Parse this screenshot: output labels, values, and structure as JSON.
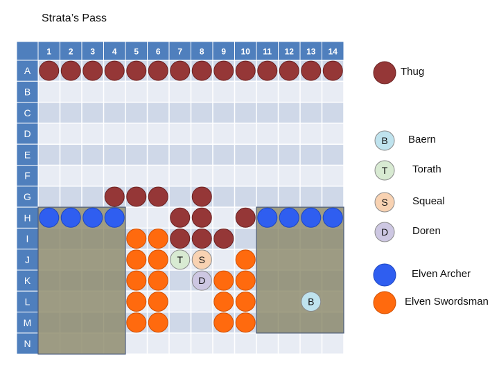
{
  "title": "Strata’s Pass",
  "columns": [
    "1",
    "2",
    "3",
    "4",
    "5",
    "6",
    "7",
    "8",
    "9",
    "10",
    "11",
    "12",
    "13",
    "14"
  ],
  "rows": [
    "A",
    "B",
    "C",
    "D",
    "E",
    "F",
    "G",
    "H",
    "I",
    "J",
    "K",
    "L",
    "M",
    "N"
  ],
  "colors": {
    "header": "#4f7fbd",
    "header_text": "#ffffff",
    "row_dark": "#cfd8e8",
    "row_light": "#e8ecf4",
    "terrain": "#8a8767",
    "terrain_border": "#4a5a7a",
    "thug": "#953737",
    "archer": "#2f5ef0",
    "swordsman": "#ff6a0e",
    "baern": "#bfe3ee",
    "torath": "#d8ead2",
    "squeal": "#f8d2b2",
    "doren": "#cdc7e2"
  },
  "legend": [
    {
      "key": "thug",
      "label": "Thug",
      "letter": ""
    },
    {
      "key": "baern",
      "label": "Baern",
      "letter": "B"
    },
    {
      "key": "torath",
      "label": "Torath",
      "letter": "T"
    },
    {
      "key": "squeal",
      "label": "Squeal",
      "letter": "S"
    },
    {
      "key": "doren",
      "label": "Doren",
      "letter": "D"
    },
    {
      "key": "archer",
      "label": "Elven Archer",
      "letter": ""
    },
    {
      "key": "swordsman",
      "label": "Elven Swordsman",
      "letter": ""
    }
  ],
  "terrain_blocks": [
    {
      "from_col": 1,
      "to_col": 4,
      "from_row": "H",
      "to_row": "N"
    },
    {
      "from_col": 11,
      "to_col": 14,
      "from_row": "H",
      "to_row": "M"
    }
  ],
  "tokens": [
    {
      "type": "thug",
      "col": 1,
      "row": "A"
    },
    {
      "type": "thug",
      "col": 2,
      "row": "A"
    },
    {
      "type": "thug",
      "col": 3,
      "row": "A"
    },
    {
      "type": "thug",
      "col": 4,
      "row": "A"
    },
    {
      "type": "thug",
      "col": 5,
      "row": "A"
    },
    {
      "type": "thug",
      "col": 6,
      "row": "A"
    },
    {
      "type": "thug",
      "col": 7,
      "row": "A"
    },
    {
      "type": "thug",
      "col": 8,
      "row": "A"
    },
    {
      "type": "thug",
      "col": 9,
      "row": "A"
    },
    {
      "type": "thug",
      "col": 10,
      "row": "A"
    },
    {
      "type": "thug",
      "col": 11,
      "row": "A"
    },
    {
      "type": "thug",
      "col": 12,
      "row": "A"
    },
    {
      "type": "thug",
      "col": 13,
      "row": "A"
    },
    {
      "type": "thug",
      "col": 14,
      "row": "A"
    },
    {
      "type": "thug",
      "col": 4,
      "row": "G"
    },
    {
      "type": "thug",
      "col": 5,
      "row": "G"
    },
    {
      "type": "thug",
      "col": 6,
      "row": "G"
    },
    {
      "type": "thug",
      "col": 8,
      "row": "G"
    },
    {
      "type": "thug",
      "col": 7,
      "row": "H"
    },
    {
      "type": "thug",
      "col": 8,
      "row": "H"
    },
    {
      "type": "thug",
      "col": 10,
      "row": "H"
    },
    {
      "type": "thug",
      "col": 7,
      "row": "I"
    },
    {
      "type": "thug",
      "col": 8,
      "row": "I"
    },
    {
      "type": "thug",
      "col": 9,
      "row": "I"
    },
    {
      "type": "archer",
      "col": 1,
      "row": "H"
    },
    {
      "type": "archer",
      "col": 2,
      "row": "H"
    },
    {
      "type": "archer",
      "col": 3,
      "row": "H"
    },
    {
      "type": "archer",
      "col": 4,
      "row": "H"
    },
    {
      "type": "archer",
      "col": 11,
      "row": "H"
    },
    {
      "type": "archer",
      "col": 12,
      "row": "H"
    },
    {
      "type": "archer",
      "col": 13,
      "row": "H"
    },
    {
      "type": "archer",
      "col": 14,
      "row": "H"
    },
    {
      "type": "swordsman",
      "col": 5,
      "row": "I"
    },
    {
      "type": "swordsman",
      "col": 6,
      "row": "I"
    },
    {
      "type": "swordsman",
      "col": 5,
      "row": "J"
    },
    {
      "type": "swordsman",
      "col": 6,
      "row": "J"
    },
    {
      "type": "swordsman",
      "col": 10,
      "row": "J"
    },
    {
      "type": "swordsman",
      "col": 5,
      "row": "K"
    },
    {
      "type": "swordsman",
      "col": 6,
      "row": "K"
    },
    {
      "type": "swordsman",
      "col": 9,
      "row": "K"
    },
    {
      "type": "swordsman",
      "col": 10,
      "row": "K"
    },
    {
      "type": "swordsman",
      "col": 5,
      "row": "L"
    },
    {
      "type": "swordsman",
      "col": 6,
      "row": "L"
    },
    {
      "type": "swordsman",
      "col": 9,
      "row": "L"
    },
    {
      "type": "swordsman",
      "col": 10,
      "row": "L"
    },
    {
      "type": "swordsman",
      "col": 5,
      "row": "M"
    },
    {
      "type": "swordsman",
      "col": 6,
      "row": "M"
    },
    {
      "type": "swordsman",
      "col": 9,
      "row": "M"
    },
    {
      "type": "swordsman",
      "col": 10,
      "row": "M"
    },
    {
      "type": "torath",
      "col": 7,
      "row": "J",
      "letter": "T"
    },
    {
      "type": "squeal",
      "col": 8,
      "row": "J",
      "letter": "S"
    },
    {
      "type": "doren",
      "col": 8,
      "row": "K",
      "letter": "D"
    },
    {
      "type": "baern",
      "col": 13,
      "row": "L",
      "letter": "B"
    }
  ]
}
